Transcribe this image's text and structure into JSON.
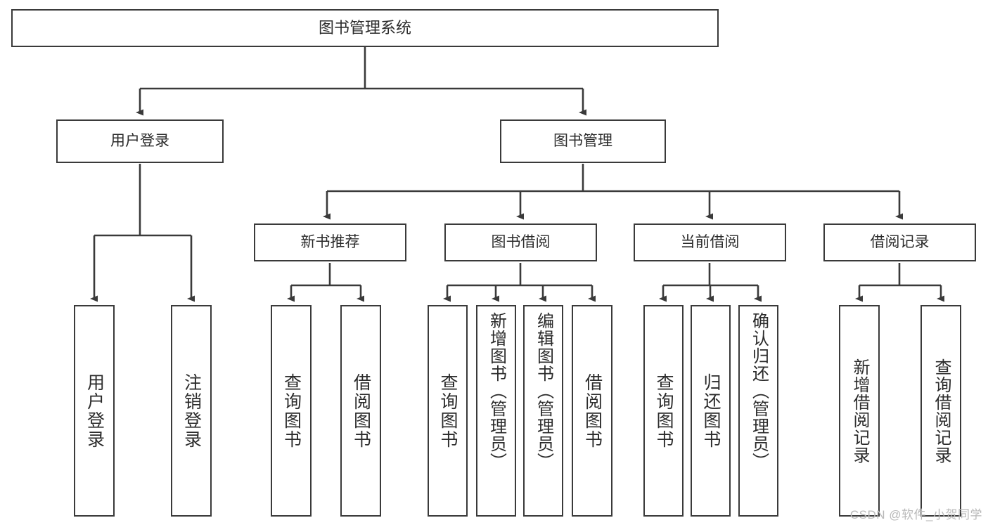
{
  "diagram": {
    "type": "tree",
    "title": "图书管理系统",
    "orientation": "top-down",
    "levels": 4
  },
  "nodes": {
    "root": {
      "label": "图书管理系统",
      "level": 1
    },
    "l2": [
      {
        "label": "用户登录",
        "level": 2
      },
      {
        "label": "图书管理",
        "level": 2
      }
    ],
    "l3": [
      {
        "label": "新书推荐",
        "level": 3,
        "parent": "图书管理"
      },
      {
        "label": "图书借阅",
        "level": 3,
        "parent": "图书管理"
      },
      {
        "label": "当前借阅",
        "level": 3,
        "parent": "图书管理"
      },
      {
        "label": "借阅记录",
        "level": 3,
        "parent": "图书管理"
      }
    ],
    "leaves": {
      "user_login": [
        {
          "label": "用户登录"
        },
        {
          "label": "注销登录"
        }
      ],
      "new_book": [
        {
          "label": "查询图书"
        },
        {
          "label": "借阅图书"
        }
      ],
      "borrow": [
        {
          "label": "查询图书"
        },
        {
          "label": "新增图书（管理员）"
        },
        {
          "label": "编辑图书（管理员）"
        },
        {
          "label": "借阅图书"
        }
      ],
      "current": [
        {
          "label": "查询图书"
        },
        {
          "label": "归还图书"
        },
        {
          "label": "确认归还（管理员）"
        }
      ],
      "records": [
        {
          "label": "新增借阅记录"
        },
        {
          "label": "查询借阅记录"
        }
      ]
    }
  },
  "watermark": {
    "text": "CSDN @软件_小贺同学"
  },
  "colors": {
    "stroke": "#3a3a3a",
    "text": "#2b2b2b",
    "background": "#ffffff",
    "watermark": "#b9b9b9"
  }
}
